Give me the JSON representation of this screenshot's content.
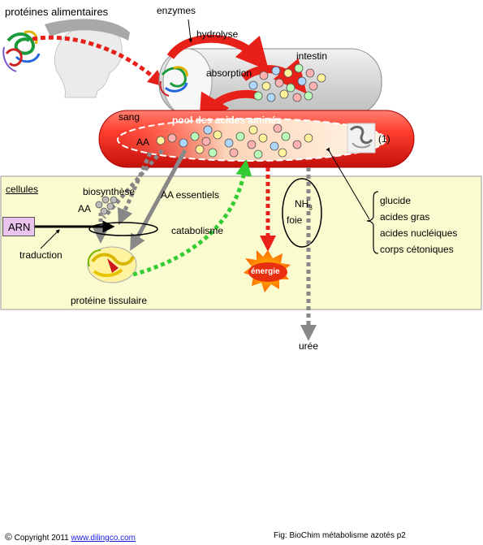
{
  "labels": {
    "proteines_alimentaires": "protéines alimentaires",
    "enzymes": "enzymes",
    "hydrolyse": "hydrolyse",
    "intestin": "intestin",
    "absorption": "absorption",
    "sang": "sang",
    "pool": "pool des acides aminés",
    "aa": "AA",
    "note_1": "(1)",
    "cellules": "cellules",
    "biosynthese": "biosynthèse",
    "aa_small": "AA",
    "aa_essentiels": "AA essentiels",
    "arn": "ARN",
    "traduction": "traduction",
    "catabolisme": "catabolisme",
    "proteine_tissulaire": "protéine tissulaire",
    "nh3_base": "NH",
    "nh3_sub": "3",
    "foie": "foie",
    "energie": "énergie",
    "uree": "urée",
    "glucide": "glucide",
    "acides_gras": "acides gras",
    "acides_nucleiques": "acides nucléiques",
    "corps_cetoniques": "corps cétoniques"
  },
  "footer": {
    "copyright_symbol": "©",
    "copyright": "Copyright 2011",
    "site": "www.dilingco.com",
    "fig": "Fig: BioChim métabolisme azotés p2"
  },
  "colors": {
    "cell_band": "#fbfbd0",
    "blood_red": "#f0201a",
    "intestine_gray": "#d8d8d8",
    "dotted_red": "#e8201a",
    "dotted_green": "#33cc33",
    "dotted_gray": "#888888",
    "energy_orange": "#ff5a10"
  }
}
